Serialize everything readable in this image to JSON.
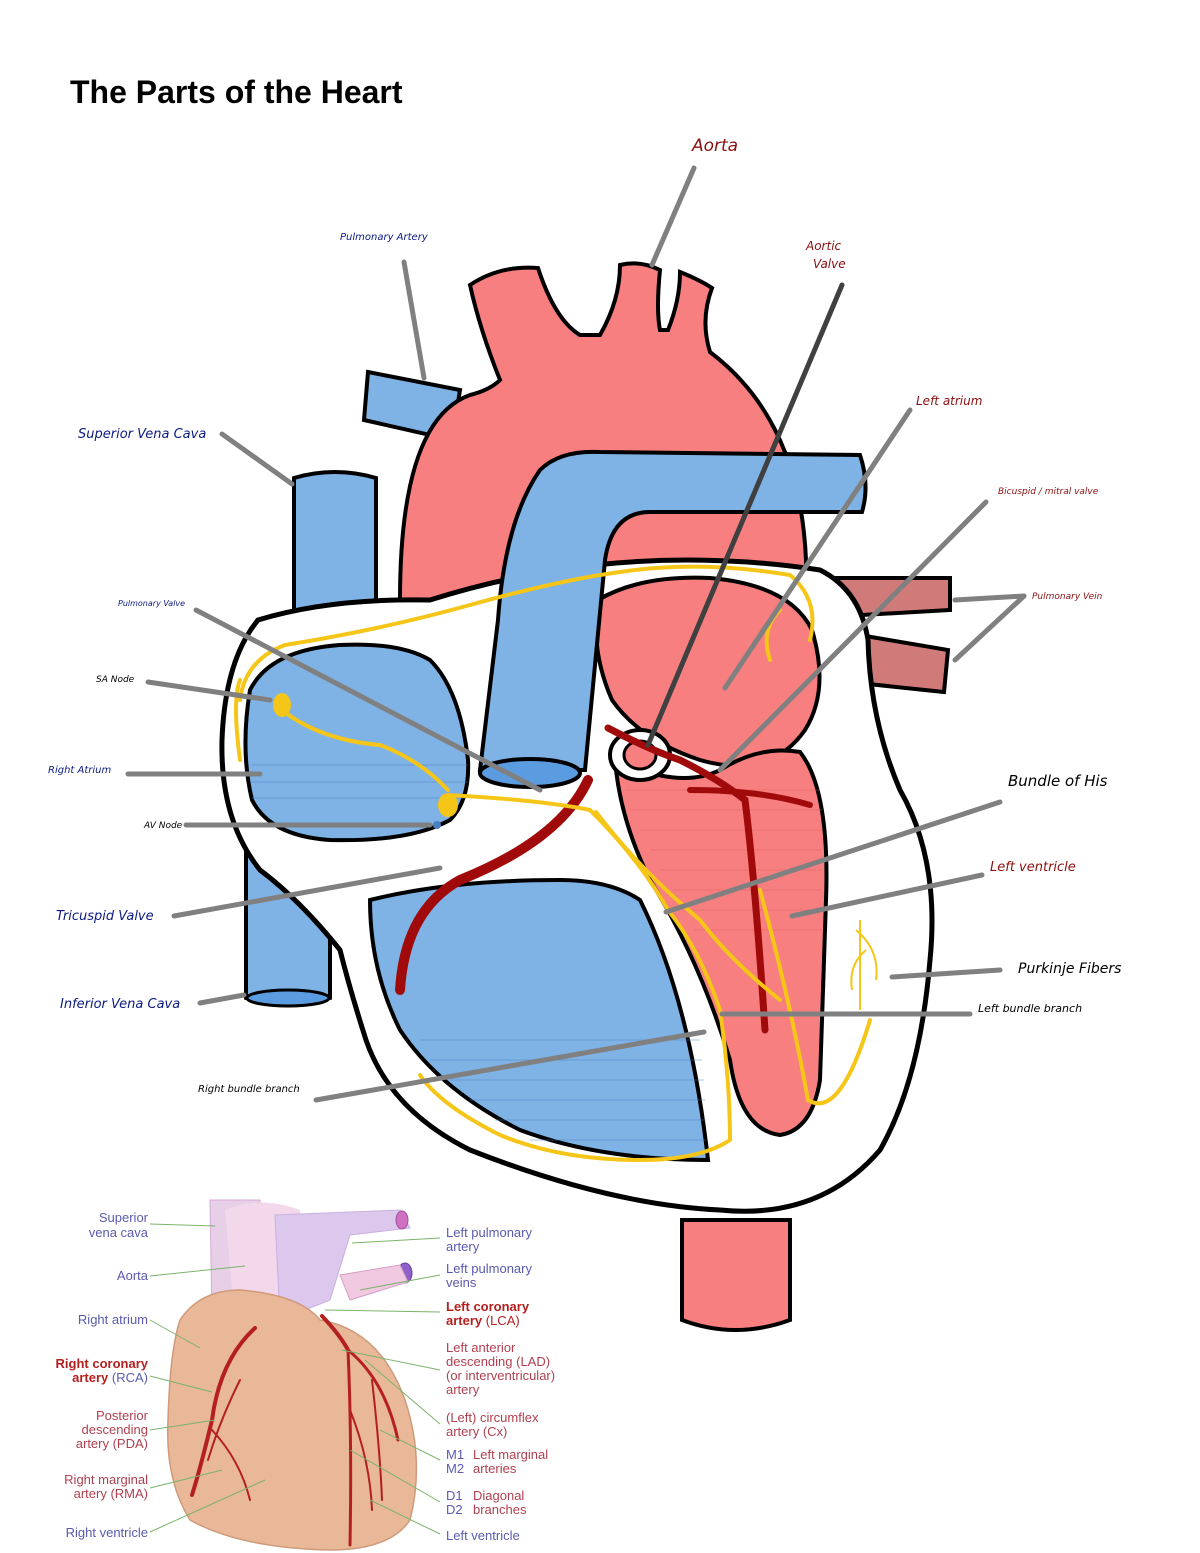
{
  "page": {
    "title": "The Parts of the Heart"
  },
  "colors": {
    "blood_oxygen_poor": "#7fb2e5",
    "blood_oxygen_rich": "#f77f7f",
    "pulmonary_vein": "#d17a7a",
    "conduction": "#f5c518",
    "coronary_main": "#a10a0a",
    "pointer": "#808080",
    "label_blue": "#0b1a82",
    "label_red": "#8c0f0f",
    "small_blue": "#5a5ab0",
    "small_red": "#b42020",
    "small_heart": "#e8b898"
  },
  "main_diagram": {
    "labels": {
      "aorta": "Aorta",
      "pulmonary_artery": "Pulmonary Artery",
      "aortic_valve_1": "Aortic",
      "aortic_valve_2": "Valve",
      "left_atrium": "Left atrium",
      "bicuspid_valve": "Bicuspid / mitral valve",
      "pulmonary_vein": "Pulmonary Vein",
      "superior_vena_cava": "Superior Vena Cava",
      "pulmonary_valve": "Pulmonary Valve",
      "sa_node": "SA Node",
      "right_atrium": "Right Atrium",
      "av_node": "AV Node",
      "tricuspid_valve": "Tricuspid Valve",
      "inferior_vena_cava": "Inferior Vena Cava",
      "right_bundle_branch": "Right bundle branch",
      "bundle_of_his": "Bundle of His",
      "left_ventricle": "Left ventricle",
      "purkinje_fibers": "Purkinje Fibers",
      "left_bundle_branch": "Left bundle branch"
    }
  },
  "coronary_diagram": {
    "labels": {
      "superior_vena_cava_1": "Superior",
      "superior_vena_cava_2": "vena cava",
      "aorta": "Aorta",
      "right_atrium": "Right atrium",
      "rca_1": "Right coronary",
      "rca_2a": "artery ",
      "rca_2b": "(RCA)",
      "pda_1": "Posterior",
      "pda_2": "descending",
      "pda_3": "artery (PDA)",
      "rma_1": "Right marginal",
      "rma_2": "artery (RMA)",
      "right_ventricle": "Right ventricle",
      "left_pulm_artery_1": "Left pulmonary",
      "left_pulm_artery_2": "artery",
      "left_pulm_veins_1": "Left pulmonary",
      "left_pulm_veins_2": "veins",
      "lca_1": "Left coronary",
      "lca_2a": "artery ",
      "lca_2b": "(LCA)",
      "lad_1": "Left anterior",
      "lad_2": "descending (LAD)",
      "lad_3": "(or interventricular)",
      "lad_4": "artery",
      "cx_1": "(Left) circumflex",
      "cx_2": "artery (Cx)",
      "m1": "M1",
      "m2": "M2",
      "marginal_1": "Left marginal",
      "marginal_2": "arteries",
      "d1": "D1",
      "d2": "D2",
      "diagonal_1": "Diagonal",
      "diagonal_2": "branches",
      "left_ventricle": "Left ventricle"
    }
  }
}
